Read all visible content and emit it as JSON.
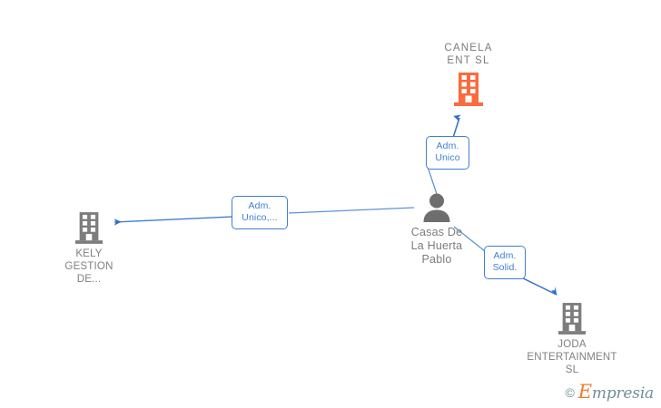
{
  "diagram": {
    "type": "company-relationship-graph",
    "colors": {
      "accent_orange": "#fb6b3c",
      "node_gray": "#808080",
      "edge_blue": "#3f7fd0",
      "label_text": "#7d7d7d",
      "background": "#ffffff"
    },
    "nodes": [
      {
        "id": "canela",
        "icon": "building-icon",
        "label": "CANELA\nENT  SL",
        "color": "#fb6b3c",
        "kind": "company",
        "label_position": "above"
      },
      {
        "id": "person",
        "icon": "person-icon",
        "label": "Casas De\nLa Huerta\nPablo",
        "color": "#6e6e6e",
        "kind": "person",
        "label_position": "below"
      },
      {
        "id": "kely",
        "icon": "building-icon",
        "label": "KELY\nGESTION\nDE...",
        "color": "#7d7d7d",
        "kind": "company",
        "label_position": "below"
      },
      {
        "id": "joda",
        "icon": "building-icon",
        "label": "JODA\nENTERTAINMENT\nSL",
        "color": "#7d7d7d",
        "kind": "company",
        "label_position": "below"
      }
    ],
    "edges": [
      {
        "id": "e1",
        "from": "person",
        "to": "canela",
        "label": "Adm.\nUnico"
      },
      {
        "id": "e2",
        "from": "person",
        "to": "kely",
        "label": "Adm.\nUnico,..."
      },
      {
        "id": "e3",
        "from": "person",
        "to": "joda",
        "label": "Adm.\nSolid."
      }
    ]
  },
  "watermark": {
    "copyright": "©",
    "brand_initial": "E",
    "brand_rest": "mpresia"
  }
}
